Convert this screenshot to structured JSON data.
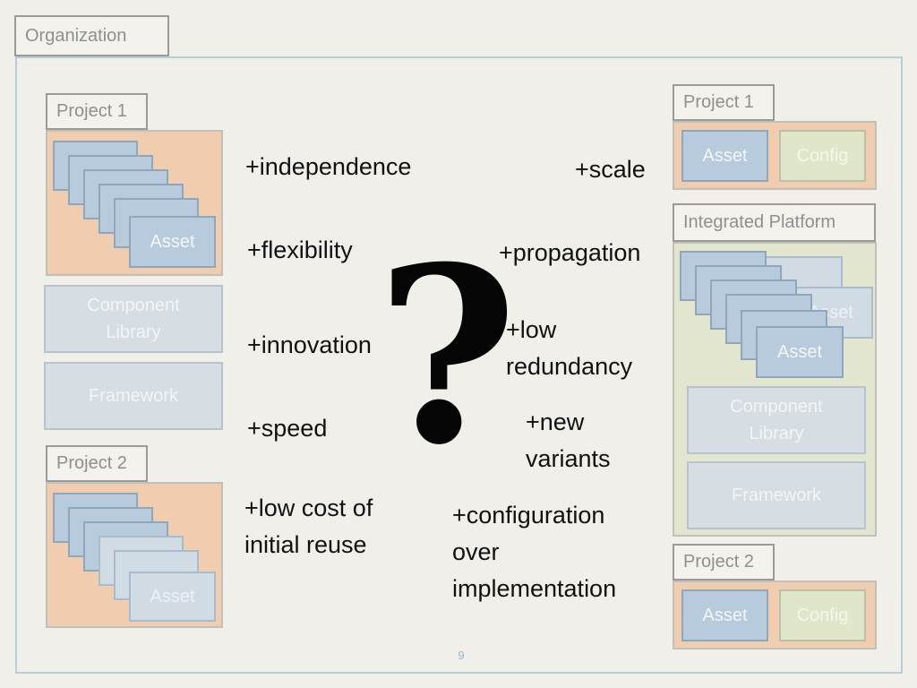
{
  "organization": {
    "label": "Organization"
  },
  "left": {
    "project1": {
      "label": "Project 1",
      "asset_label": "Asset"
    },
    "component_library": "Component\nLibrary",
    "framework": "Framework",
    "project2": {
      "label": "Project 2",
      "asset_label": "Asset"
    }
  },
  "right": {
    "project1": {
      "label": "Project 1",
      "asset_label": "Asset",
      "config_label": "Config"
    },
    "platform": {
      "label": "Integrated Platform",
      "back_asset_label": "Asset",
      "asset_label": "Asset",
      "component_library": "Component\nLibrary",
      "framework": "Framework"
    },
    "project2": {
      "label": "Project 2",
      "asset_label": "Asset",
      "config_label": "Config"
    }
  },
  "left_benefits": [
    "+independence",
    "+flexibility",
    "+innovation",
    "+speed",
    "+low cost of\ninitial reuse"
  ],
  "right_benefits": [
    "+scale",
    "+propagation",
    "+low\nredundancy",
    "+new\nvariants",
    "+configuration\nover\nimplementation"
  ],
  "question_mark": "?",
  "page_number": "9"
}
